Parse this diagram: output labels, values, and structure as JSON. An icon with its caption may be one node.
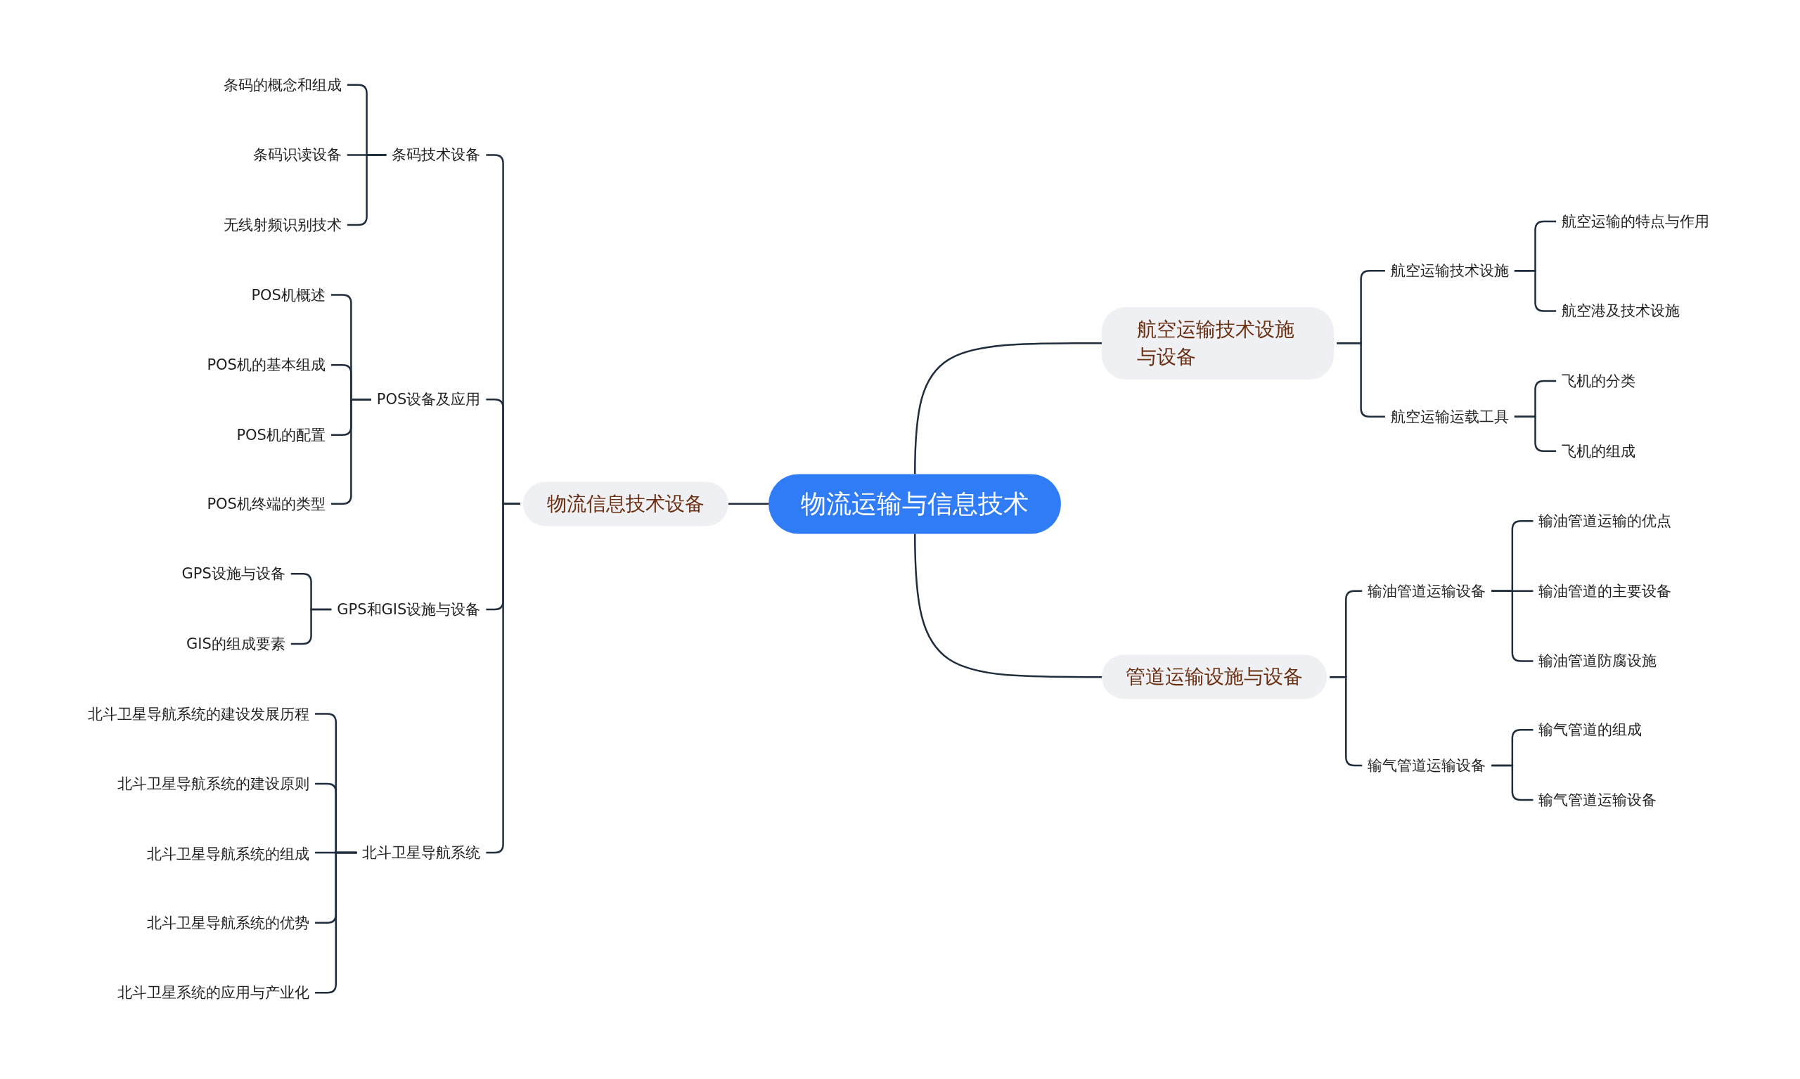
{
  "diagram": {
    "nodes": [
      {
        "text": [
          "物流运输与信息技术"
        ]
      },
      {
        "text": [
          "物流信息技术设备"
        ]
      },
      {
        "text": [
          "条码技术设备"
        ]
      },
      {
        "text": [
          "条码的概念和组成"
        ]
      },
      {
        "text": [
          "条码识读设备"
        ]
      },
      {
        "text": [
          "无线射频识别技术"
        ]
      },
      {
        "text": [
          "POS设备及应用"
        ]
      },
      {
        "text": [
          "POS机概述"
        ]
      },
      {
        "text": [
          "POS机的基本组成"
        ]
      },
      {
        "text": [
          "POS机的配置"
        ]
      },
      {
        "text": [
          "POS机终端的类型"
        ]
      },
      {
        "text": [
          "GPS和GIS设施与设备"
        ]
      },
      {
        "text": [
          "GPS设施与设备"
        ]
      },
      {
        "text": [
          "GIS的组成要素"
        ]
      },
      {
        "text": [
          "北斗卫星导航系统"
        ]
      },
      {
        "text": [
          "北斗卫星导航系统的建设发展历程"
        ]
      },
      {
        "text": [
          "北斗卫星导航系统的建设原则"
        ]
      },
      {
        "text": [
          "北斗卫星导航系统的组成"
        ]
      },
      {
        "text": [
          "北斗卫星导航系统的优势"
        ]
      },
      {
        "text": [
          "北斗卫星系统的应用与产业化"
        ]
      },
      {
        "text": [
          "航空运输技术设施与设备"
        ]
      },
      {
        "text": [
          "航空运输技术设施"
        ]
      },
      {
        "text": [
          "航空运输的特点与作用"
        ]
      },
      {
        "text": [
          "航空港及技术设施"
        ]
      },
      {
        "text": [
          "航空运输运载工具"
        ]
      },
      {
        "text": [
          "飞机的分类"
        ]
      },
      {
        "text": [
          "飞机的组成"
        ]
      },
      {
        "text": [
          "管道运输设施与设备"
        ]
      },
      {
        "text": [
          "输油管道运输设备"
        ]
      },
      {
        "text": [
          "输油管道运输的优点"
        ]
      },
      {
        "text": [
          "输油管道的主要设备"
        ]
      },
      {
        "text": [
          "输油管道防腐设施"
        ]
      },
      {
        "text": [
          "输气管道运输设备"
        ]
      },
      {
        "text": [
          "输气管道的组成"
        ]
      },
      {
        "text": [
          "输气管道运输设备"
        ]
      }
    ],
    "edges": [
      {
        "from": 0,
        "to": 1,
        "arrow": "none"
      },
      {
        "from": 1,
        "to": 2,
        "arrow": "none"
      },
      {
        "from": 2,
        "to": 3,
        "arrow": "none"
      },
      {
        "from": 2,
        "to": 4,
        "arrow": "none"
      },
      {
        "from": 2,
        "to": 5,
        "arrow": "none"
      },
      {
        "from": 1,
        "to": 6,
        "arrow": "none"
      },
      {
        "from": 6,
        "to": 7,
        "arrow": "none"
      },
      {
        "from": 6,
        "to": 8,
        "arrow": "none"
      },
      {
        "from": 6,
        "to": 9,
        "arrow": "none"
      },
      {
        "from": 6,
        "to": 10,
        "arrow": "none"
      },
      {
        "from": 1,
        "to": 11,
        "arrow": "none"
      },
      {
        "from": 11,
        "to": 12,
        "arrow": "none"
      },
      {
        "from": 11,
        "to": 13,
        "arrow": "none"
      },
      {
        "from": 1,
        "to": 14,
        "arrow": "none"
      },
      {
        "from": 14,
        "to": 15,
        "arrow": "none"
      },
      {
        "from": 14,
        "to": 16,
        "arrow": "none"
      },
      {
        "from": 14,
        "to": 17,
        "arrow": "none"
      },
      {
        "from": 14,
        "to": 18,
        "arrow": "none"
      },
      {
        "from": 14,
        "to": 19,
        "arrow": "none"
      },
      {
        "from": 0,
        "to": 20,
        "arrow": "none"
      },
      {
        "from": 20,
        "to": 21,
        "arrow": "none"
      },
      {
        "from": 21,
        "to": 22,
        "arrow": "none"
      },
      {
        "from": 21,
        "to": 23,
        "arrow": "none"
      },
      {
        "from": 20,
        "to": 24,
        "arrow": "none"
      },
      {
        "from": 24,
        "to": 25,
        "arrow": "none"
      },
      {
        "from": 24,
        "to": 26,
        "arrow": "none"
      },
      {
        "from": 0,
        "to": 27,
        "arrow": "none"
      },
      {
        "from": 27,
        "to": 28,
        "arrow": "none"
      },
      {
        "from": 28,
        "to": 29,
        "arrow": "none"
      },
      {
        "from": 28,
        "to": 30,
        "arrow": "none"
      },
      {
        "from": 28,
        "to": 31,
        "arrow": "none"
      },
      {
        "from": 27,
        "to": 32,
        "arrow": "none"
      },
      {
        "from": 32,
        "to": 33,
        "arrow": "none"
      },
      {
        "from": 32,
        "to": 34,
        "arrow": "none"
      }
    ]
  }
}
